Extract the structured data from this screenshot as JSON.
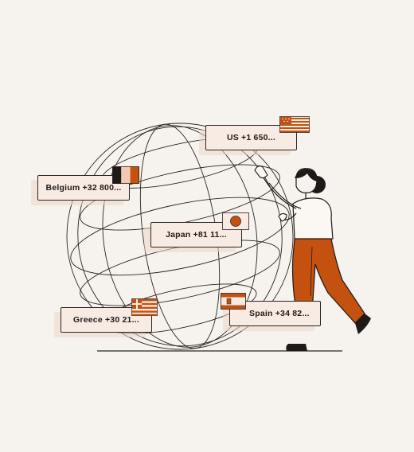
{
  "contacts": [
    {
      "id": "us",
      "label": "US +1 650...",
      "flag_icon": "us-flag-icon"
    },
    {
      "id": "belgium",
      "label": "Belgium +32 800...",
      "flag_icon": "belgium-flag-icon"
    },
    {
      "id": "japan",
      "label": "Japan +81 11...",
      "flag_icon": "japan-flag-icon"
    },
    {
      "id": "spain",
      "label": "Spain +34 82...",
      "flag_icon": "spain-flag-icon"
    },
    {
      "id": "greece",
      "label": "Greece +30 21...",
      "flag_icon": "greece-flag-icon"
    }
  ],
  "colors": {
    "background": "#f6f3ee",
    "accent": "#c4510f",
    "card": "#f8ebe3",
    "ink": "#2b2522"
  }
}
